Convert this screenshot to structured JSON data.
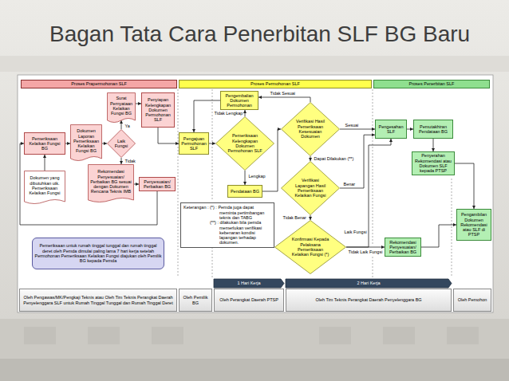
{
  "diagram": {
    "title": "Bagan Tata Cara Penerbitan SLF BG Baru",
    "nodes": [
      {
        "text": [
          "Proses Prapermohonan SLF"
        ]
      },
      {
        "text": [
          "Proses Permohonan SLF"
        ]
      },
      {
        "text": [
          "Proses Penerbitan SLF"
        ]
      },
      {
        "text": [
          "Surat Pernyataan Kelaikan Fungsi BG"
        ]
      },
      {
        "text": [
          "Penyiapan Kelengkapan Dokumen Permohonan SLF"
        ]
      },
      {
        "text": [
          "Pengembalian Dokumen Permohonan"
        ]
      },
      {
        "text": [
          "Pengesahan SLF"
        ]
      },
      {
        "text": [
          "Pemutakhiran Pendataan BG"
        ]
      },
      {
        "text": [
          "Pemeriksaan Kelaikan Fungsi BG"
        ]
      },
      {
        "text": [
          "Dokumen Laporan Pemeriksaan Kelaikan Fungsi BG"
        ]
      },
      {
        "text": [
          "Laik Fungsi"
        ]
      },
      {
        "text": [
          "Pengajuan Permohonan SLF"
        ]
      },
      {
        "text": [
          "Pemeriksaan Kelengkapan Dokumen Permohonan SLF"
        ]
      },
      {
        "text": [
          "Verifikasi Hasil Pemeriksaan Kesesuaian Dokumen"
        ]
      },
      {
        "text": [
          "Penyerahan Rekomendasi atau Dokumen SLF kepada PTSP"
        ]
      },
      {
        "text": [
          "Dokumen yang dibutuhkan utk. Pemeriksaan Kelaikan Fungsi"
        ]
      },
      {
        "text": [
          "Rekomendasi Penyesuaian/ Perbaikan BG sesuai dengan Dokumen Rencana Teknis IMB"
        ]
      },
      {
        "text": [
          "Penyesuaian/ Perbaikan BG"
        ]
      },
      {
        "text": [
          "Pendataan BG"
        ]
      },
      {
        "text": [
          "Verifikasi Lapangan Hasil Pemeriksaan Kelaikan Fungsi"
        ]
      },
      {
        "text": [
          "Keterangan :",
          "(*) : Pemda juga dapat meminta pertimbangan teknis dan TABG",
          "(**) : dilakukan bila pemda memerlukan verifikasi kebenaran kondisi lapangan terhadap dokumen."
        ]
      },
      {
        "text": [
          "Konfirmasi Kepada Pelaksana Pemeriksaan Kelaikan Fungsi (*)"
        ]
      },
      {
        "text": [
          "Rekomendasi Penyesuaian/ Perbaikan BG"
        ]
      },
      {
        "text": [
          "Pengambilan Dokumen Rekomendasi atau SLF di PTSP"
        ]
      },
      {
        "text": [
          "Pemeriksaan untuk rumah tinggal tunggal dan rumah tinggal deret oleh Pemda dimulai paling lama 7 hari kerja setelah Permohonan Pemeriksaan Kelaikan Fungsi diajukan oleh Pemilik BG kepada Pemda"
        ]
      },
      {
        "text": [
          "1 Hari Kerja"
        ]
      },
      {
        "text": [
          "2 Hari Kerja"
        ]
      },
      {
        "text": [
          "Oleh Pengawas/MK/Pengkaji Teknis atau Oleh Tim Teknis Perangkat Daerah Penyelenggara SLF untuk Rumah Tinggal Tunggal dan Rumah Tinggal Deret"
        ]
      },
      {
        "text": [
          "Oleh Pemilik BG"
        ]
      },
      {
        "text": [
          "Oleh Perangkat Daerah PTSP"
        ]
      },
      {
        "text": [
          "Oleh Tim Teknis Perangkat Daerah Penyelenggara BG"
        ]
      },
      {
        "text": [
          "Oleh Pemohon"
        ]
      }
    ],
    "edges": [
      {
        "from": 8,
        "to": 9,
        "arrow": "to"
      },
      {
        "from": 15,
        "to": 8,
        "arrow": "to"
      },
      {
        "from": 9,
        "to": 10,
        "arrow": "to"
      },
      {
        "from": 10,
        "to": 3,
        "label": "Ya",
        "arrow": "to"
      },
      {
        "from": 10,
        "to": 16,
        "label": "Tidak",
        "arrow": "to"
      },
      {
        "from": 16,
        "to": 17,
        "arrow": "to"
      },
      {
        "from": 17,
        "to": 8,
        "arrow": "to"
      },
      {
        "from": 3,
        "to": 4,
        "arrow": "to"
      },
      {
        "from": 4,
        "to": 11,
        "arrow": "to"
      },
      {
        "from": 11,
        "to": 12,
        "arrow": "to"
      },
      {
        "from": 12,
        "to": 5,
        "label": "Tidak Lengkap",
        "arrow": "to"
      },
      {
        "from": 5,
        "to": 11,
        "arrow": "to"
      },
      {
        "from": 12,
        "to": 18,
        "label": "Lengkap",
        "arrow": "to"
      },
      {
        "from": 18,
        "to": 13,
        "arrow": "to"
      },
      {
        "from": 13,
        "to": 5,
        "label": "Tidak Sesuai",
        "arrow": "to"
      },
      {
        "from": 13,
        "to": 6,
        "label": "Sesuai",
        "arrow": "to"
      },
      {
        "from": 13,
        "to": 19,
        "label": "Dapat Dilakukan (**)",
        "arrow": "to"
      },
      {
        "from": 19,
        "to": 6,
        "label": "Benar",
        "arrow": "to"
      },
      {
        "from": 19,
        "to": 21,
        "label": "Tidak Benar",
        "arrow": "to"
      },
      {
        "from": 21,
        "to": 6,
        "label": "Laik Fungsi",
        "arrow": "to"
      },
      {
        "from": 21,
        "to": 22,
        "label": "Tidak Laik Fungsi",
        "arrow": "to"
      },
      {
        "from": 6,
        "to": 7,
        "arrow": "to"
      },
      {
        "from": 7,
        "to": 14,
        "arrow": "to"
      },
      {
        "from": 14,
        "to": 23,
        "arrow": "to"
      },
      {
        "from": 22,
        "to": 23,
        "arrow": "to"
      }
    ]
  }
}
